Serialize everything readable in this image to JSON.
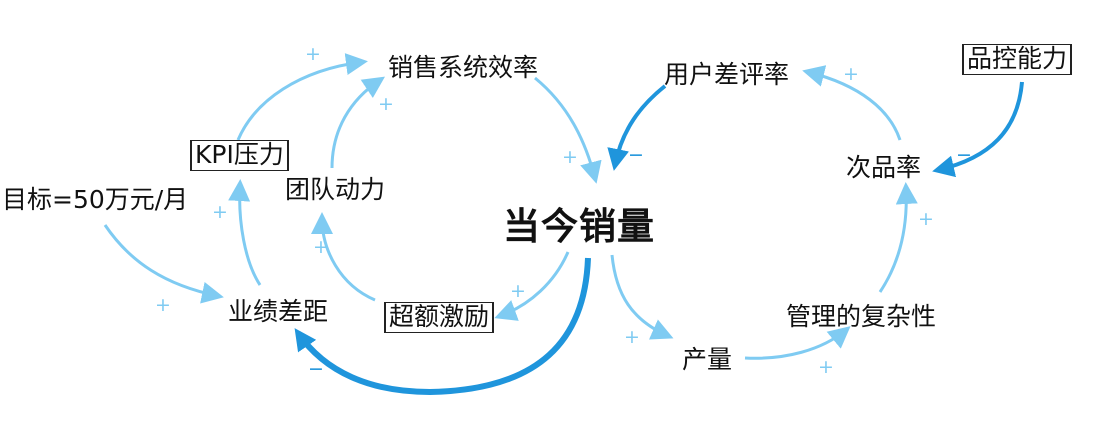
{
  "nodes": {
    "target": "目标=50万元/月",
    "kpi_pressure": "KPI压力",
    "team_motivation": "团队动力",
    "sales_efficiency": "销售系统效率",
    "current_sales": "当今销量",
    "performance_gap": "业绩差距",
    "excess_incentive": "超额激励",
    "output": "产量",
    "management_complexity": "管理的复杂性",
    "defect_rate": "次品率",
    "user_bad_review_rate": "用户差评率",
    "quality_control": "品控能力"
  },
  "signs": {
    "plus": "+",
    "minus": "−"
  },
  "colors": {
    "light_link": "#7fcbf2",
    "strong_link": "#1f95dc",
    "text": "#111111"
  }
}
